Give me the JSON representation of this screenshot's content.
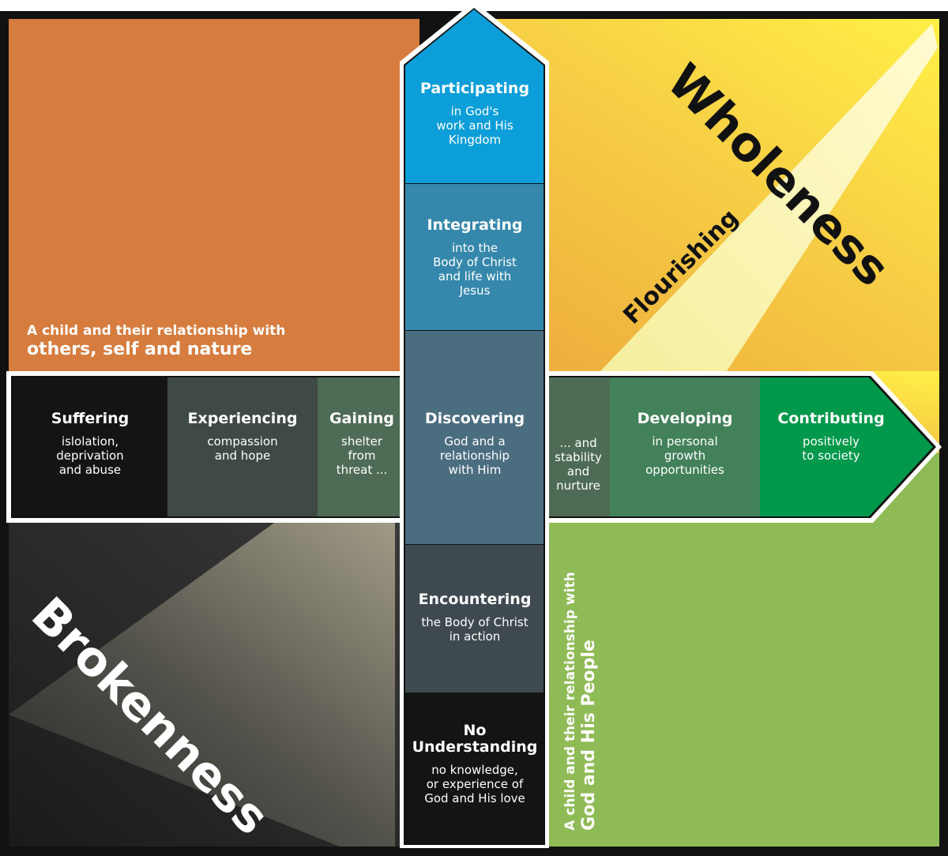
{
  "quadrants": {
    "top_left": {
      "caption_line1": "A child and their relationship with",
      "caption_line2": "others, self and nature"
    },
    "bottom_right": {
      "caption_line1": "A child and their relationship with",
      "caption_line2": "God and His People"
    }
  },
  "labels": {
    "wholeness": "Wholeness",
    "flourishing": "Flourishing",
    "brokenness": "Brokenness"
  },
  "horizontal_stages": [
    {
      "title": "Suffering",
      "text": "islolation,\ndeprivation\nand abuse"
    },
    {
      "title": "Experiencing",
      "text": "compassion\nand hope"
    },
    {
      "title": "Gaining",
      "text": "shelter\nfrom\nthreat ..."
    },
    {
      "title": "",
      "text": "... and\nstability\nand\nnurture"
    },
    {
      "title": "Developing",
      "text": "in personal\ngrowth\nopportunities"
    },
    {
      "title": "Contributing",
      "text": "positively\nto society"
    }
  ],
  "vertical_stages": [
    {
      "title": "Participating",
      "text": "in God's\nwork and His\nKingdom"
    },
    {
      "title": "Integrating",
      "text": "into the\nBody of Christ\nand life with\nJesus"
    },
    {
      "title": "Discovering",
      "text": "God and a\nrelationship\nwith Him"
    },
    {
      "title": "Encountering",
      "text": "the Body of Christ\nin action"
    },
    {
      "title": "No\nUnderstanding",
      "text": "no knowledge,\nor experience of\nGod and His love"
    }
  ],
  "colors": {
    "orange": "#d67c3e",
    "yellow": "#f7d24a",
    "green_quadrant": "#8fbb56",
    "dark_quadrant": "#2a2a2a",
    "participating": "#0b9ed8",
    "integrating": "#3588ac",
    "discovering": "#4b6d80",
    "encountering": "#3f4a50",
    "no_understanding": "#141414",
    "suffering": "#141414",
    "experiencing": "#3f4a45",
    "gaining": "#4e6b55",
    "stability": "#4e6b55",
    "developing": "#43815a",
    "contributing": "#00984a"
  }
}
